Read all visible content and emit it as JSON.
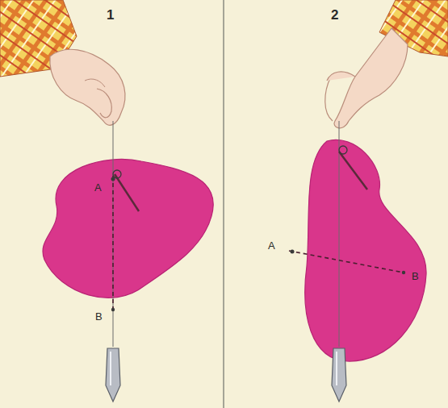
{
  "diagram": {
    "labels": [
      "1",
      "A",
      "B",
      "2",
      "A",
      "B"
    ]
  }
}
